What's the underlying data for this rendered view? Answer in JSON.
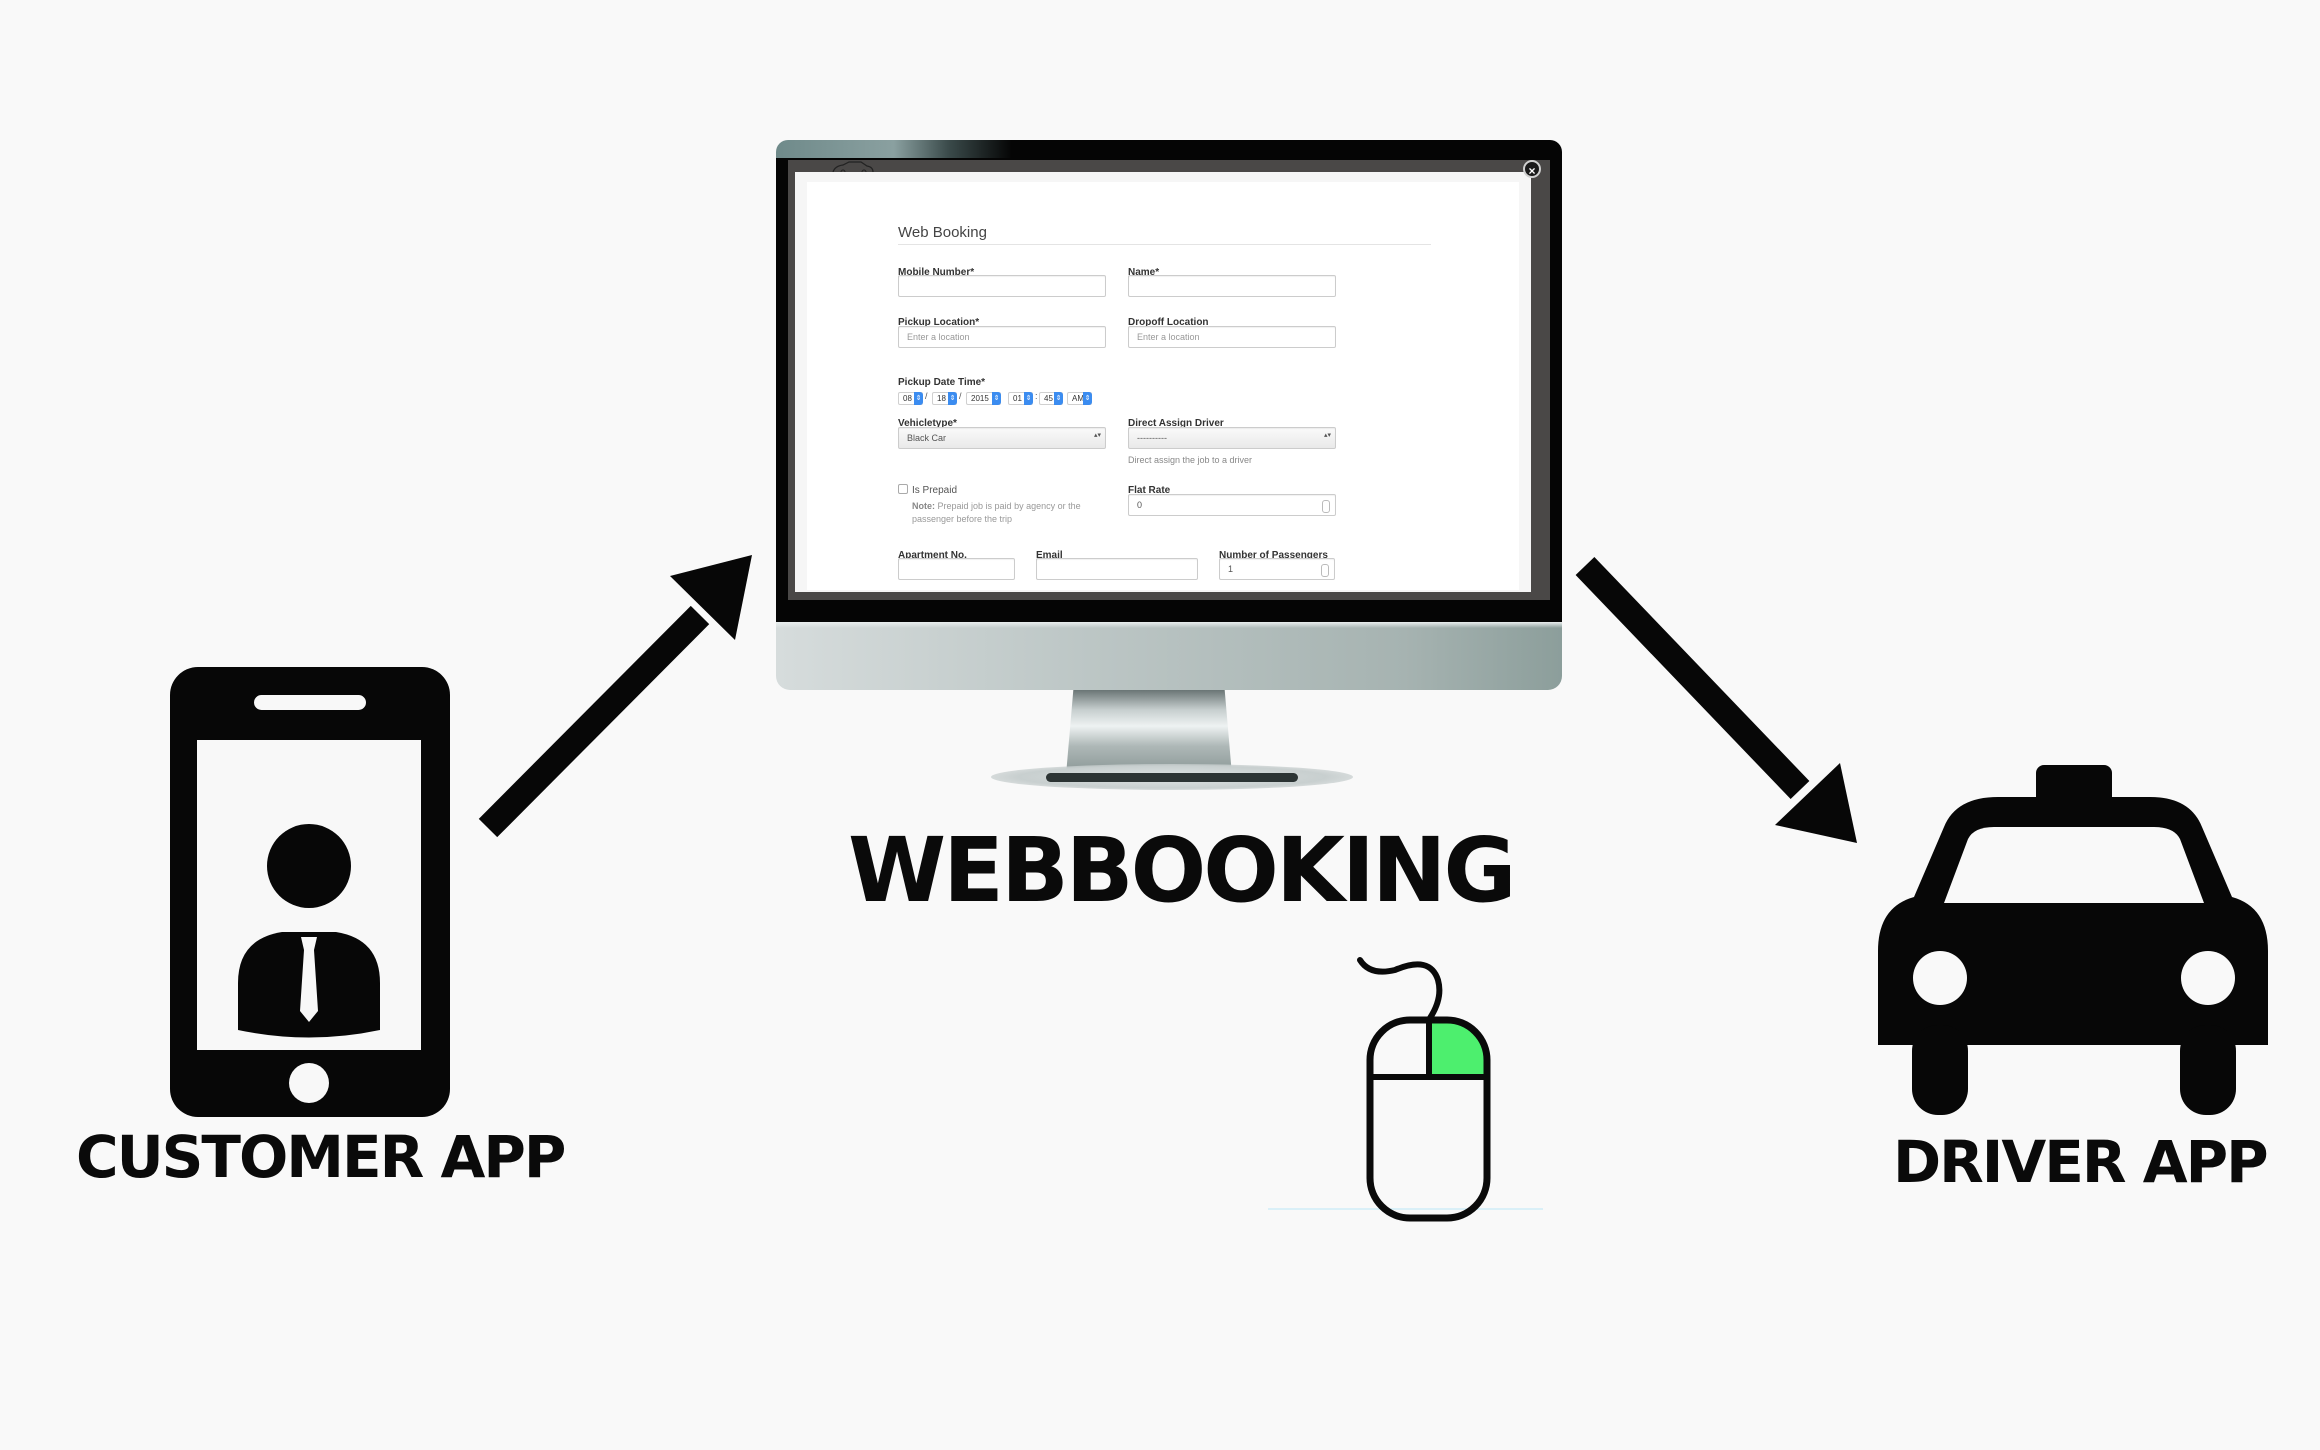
{
  "diagram": {
    "title": "Web booking flow",
    "nodes": [
      {
        "id": "customer",
        "label": "CUSTOMER APP",
        "icon": "smartphone-user-icon"
      },
      {
        "id": "web",
        "label": "WEBBOOKING",
        "icon": "desktop-monitor-icon"
      },
      {
        "id": "driver",
        "label": "DRIVER APP",
        "icon": "taxi-icon"
      }
    ],
    "edges": [
      {
        "from": "customer",
        "to": "web"
      },
      {
        "from": "web",
        "to": "driver"
      }
    ],
    "decorations": [
      {
        "icon": "mouse-icon",
        "highlight": "right-button",
        "highlight_color": "#4ef06f"
      }
    ]
  },
  "labels": {
    "customer_app": "CUSTOMER APP",
    "webbooking": "WEBBOOKING",
    "driver_app": "DRIVER APP"
  },
  "form": {
    "close_glyph": "×",
    "title": "Web Booking",
    "mobile_label": "Mobile Number*",
    "mobile_value": "",
    "name_label": "Name*",
    "name_value": "",
    "pickup_label": "Pickup Location*",
    "pickup_placeholder": "Enter a location",
    "dropoff_label": "Dropoff Location",
    "dropoff_placeholder": "Enter a location",
    "datetime_label": "Pickup Date Time*",
    "datetime": {
      "month": "08",
      "day": "18",
      "year": "2015",
      "hour": "01",
      "minute": "45",
      "ampm": "AM",
      "date_sep": "/",
      "time_sep": ":"
    },
    "vehicletype_label": "Vehicletype*",
    "vehicletype_value": "Black Car",
    "driver_label": "Direct Assign Driver",
    "driver_value": "----------",
    "driver_help": "Direct assign the job to a driver",
    "prepaid_label": "Is Prepaid",
    "prepaid_checked": false,
    "prepaid_note_bold": "Note:",
    "prepaid_note": "Prepaid job is paid by agency or the passenger before the trip",
    "flat_rate_label": "Flat Rate",
    "flat_rate_value": "0",
    "apartment_label": "Apartment No.",
    "apartment_value": "",
    "email_label": "Email",
    "email_value": "",
    "passengers_label": "Number of Passengers",
    "passengers_value": "1"
  },
  "glyphs": {
    "select_arrows": "▴▾",
    "spin_arrows": "˄˅",
    "dt_spin": "⇕"
  }
}
